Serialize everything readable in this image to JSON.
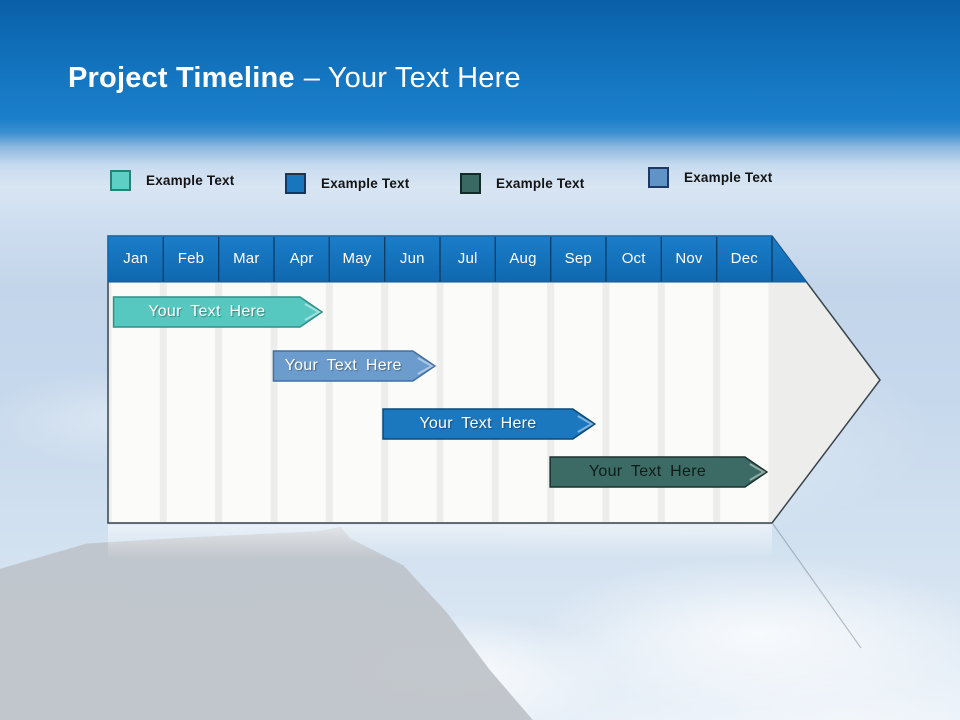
{
  "title": {
    "bold": "Project Timeline",
    "rest": "– Your Text Here"
  },
  "legend": {
    "items": [
      {
        "label": "Example Text",
        "color": "#5ECFC4",
        "border": "#2A7F77"
      },
      {
        "label": "Example Text",
        "color": "#1876BE",
        "border": "#16365C"
      },
      {
        "label": "Example Text",
        "color": "#3A6862",
        "border": "#122B28"
      },
      {
        "label": "Example Text",
        "color": "#6094C6",
        "border": "#1F3864"
      }
    ]
  },
  "chart_data": {
    "type": "timeline",
    "orientation": "horizontal-arrow",
    "header_color": "#1573BA",
    "months": [
      "Jan",
      "Feb",
      "Mar",
      "Apr",
      "May",
      "Jun",
      "Jul",
      "Aug",
      "Sep",
      "Oct",
      "Nov",
      "Dec"
    ],
    "bars": [
      {
        "label": "Your Text Here",
        "start_month": 0.1,
        "end_month": 3.47,
        "color": "#57C8C0",
        "border": "#2E8F88",
        "text_color": "#FFFFFF"
      },
      {
        "label": "Your Text Here",
        "start_month": 2.99,
        "end_month": 5.51,
        "color": "#6C9CCE",
        "border": "#426FA0",
        "text_color": "#FFFFFF"
      },
      {
        "label": "Your Text Here",
        "start_month": 4.97,
        "end_month": 8.4,
        "color": "#1B78BF",
        "border": "#0D4A7A",
        "text_color": "#FFFFFF"
      },
      {
        "label": "Your Text Here",
        "start_month": 7.99,
        "end_month": 11.51,
        "color": "#3B6B64",
        "border": "#1A312E",
        "text_color": "#0E1B19"
      }
    ]
  }
}
